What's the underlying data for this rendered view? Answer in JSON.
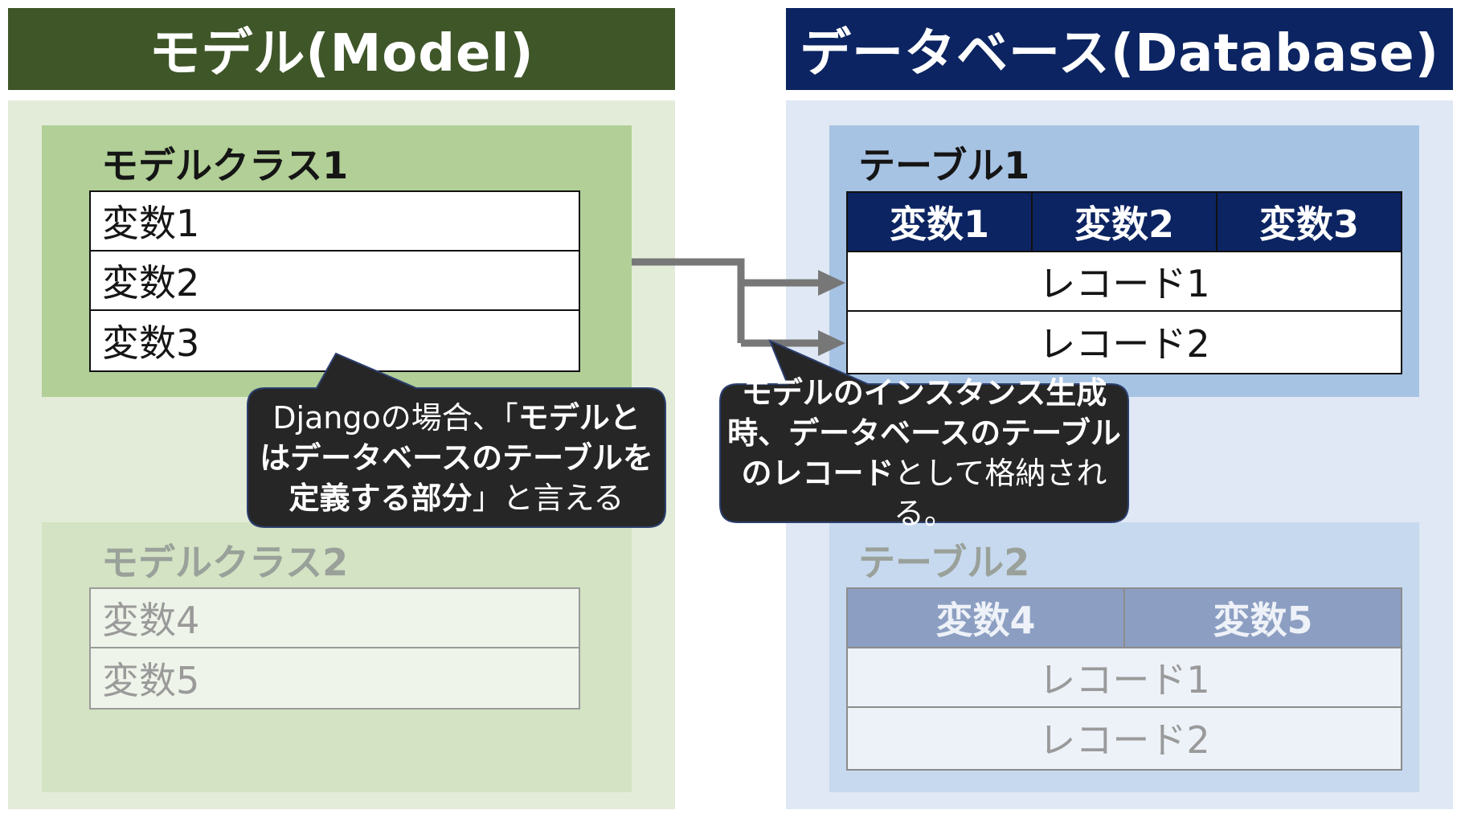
{
  "model_section": {
    "header": "モデル(Model)",
    "class1": {
      "title": "モデルクラス1",
      "variables": [
        "変数1",
        "変数2",
        "変数3"
      ]
    },
    "class2": {
      "title": "モデルクラス2",
      "variables": [
        "変数4",
        "変数5"
      ]
    }
  },
  "database_section": {
    "header": "データベース(Database)",
    "table1": {
      "title": "テーブル1",
      "columns": [
        "変数1",
        "変数2",
        "変数3"
      ],
      "records": [
        "レコード1",
        "レコード2"
      ]
    },
    "table2": {
      "title": "テーブル2",
      "columns": [
        "変数4",
        "変数5"
      ],
      "records": [
        "レコード1",
        "レコード2"
      ]
    }
  },
  "callouts": {
    "left": {
      "line1_normal": "Djangoの場合、「",
      "line1_bold": "モデルと",
      "line2_bold": "はデータベースのテーブルを",
      "line3_bold": "定義する部分",
      "line3_normal": "」と言える"
    },
    "right": {
      "line1_bold": "モデルのインスタンス生成",
      "line2_bold": "時、データベースのテーブル",
      "line3_bold": "のレコード",
      "line3_normal": "として格納される。"
    }
  },
  "colors": {
    "model_header": "#3f5629",
    "db_header": "#0c2461",
    "callout_bg": "#262626",
    "arrow": "#777777"
  }
}
